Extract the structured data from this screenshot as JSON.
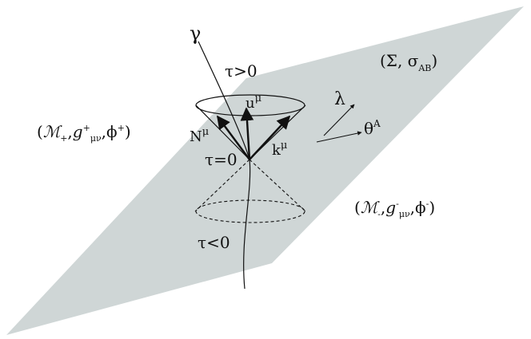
{
  "labels": {
    "gamma": "γ",
    "tau_pos": "τ>0",
    "tau_zero": "τ=0",
    "tau_neg": "τ<0",
    "u_base": "u",
    "u_sup": "μ",
    "N_base": "N",
    "N_sup": "μ",
    "k_base": "k",
    "k_sup": "μ",
    "lambda": "λ",
    "theta_base": "θ",
    "theta_sup": "A",
    "sigma_open": "(Σ, σ",
    "sigma_sub": "AB",
    "sigma_close": ")",
    "mplus_open": "(",
    "mplus_M": "ℳ",
    "mplus_Msub": "+",
    "mplus_comma": ",",
    "mplus_g": "g",
    "mplus_gsup": "+",
    "mplus_gsub": "μν",
    "mplus_phi": ",ϕ",
    "mplus_phisup": "+",
    "mplus_close": ")",
    "mminus_open": "(",
    "mminus_M": "ℳ",
    "mminus_Msub": "-",
    "mminus_comma": ",",
    "mminus_g": "g",
    "mminus_gsup": "-",
    "mminus_gsub": "μν",
    "mminus_phi": ",ϕ",
    "mminus_phisup": "-",
    "mminus_close": ")"
  },
  "colors": {
    "plane": "#cfd6d6",
    "ink": "#111111"
  }
}
